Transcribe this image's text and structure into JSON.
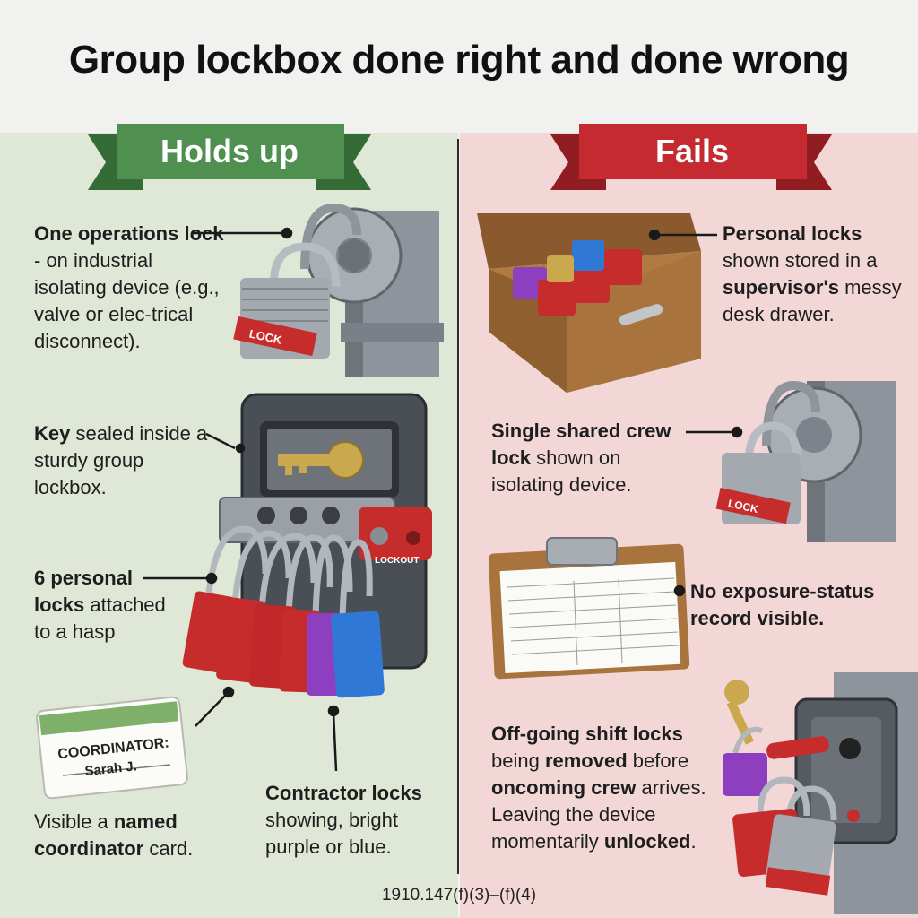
{
  "title": "Group lockbox done right and done wrong",
  "left": {
    "banner": "Holds up",
    "color": "#4a8a4a",
    "items": [
      {
        "bold": "One operations lock",
        "text": " - on industrial isolating device (e.g., valve or elec-trical disconnect)."
      },
      {
        "bold": "Key",
        "text": " sealed inside a sturdy group lockbox."
      },
      {
        "bold": "6 personal locks",
        "text": " attached to a hasp"
      },
      {
        "text1": "Visible a ",
        "bold": "named coordinator",
        "text2": " card."
      },
      {
        "bold": "Contractor locks",
        "text": " showing, bright purple or blue."
      }
    ],
    "card": {
      "line1": "COORDINATOR:",
      "line2": "Sarah J."
    },
    "lock_text": "LOCK",
    "hasp_text": "LOCKOUT"
  },
  "right": {
    "banner": "Fails",
    "color": "#c0282e",
    "items": [
      {
        "bold": "Personal locks",
        "text1": " shown stored in a ",
        "bold2": "supervisor's",
        "text2": " messy desk drawer."
      },
      {
        "bold": "Single shared crew lock",
        "text": " shown on isolating device."
      },
      {
        "bold": "No exposure-status record visible."
      },
      {
        "bold": "Off-going shift locks",
        "text1": " being ",
        "bold2": "removed",
        "text2": " before ",
        "bold3": "oncoming crew",
        "text3": " arrives. Leaving the device momentarily ",
        "bold4": "unlocked",
        "text4": "."
      }
    ],
    "lock_text": "LOCK"
  },
  "footer": "1910.147(f)(3)–(f)(4)",
  "colors": {
    "lock_red": "#c62c2c",
    "lock_purple": "#8e3fc0",
    "lock_blue": "#2f78d6",
    "steel": "#9aa0a6",
    "wood": "#a06a3a"
  }
}
